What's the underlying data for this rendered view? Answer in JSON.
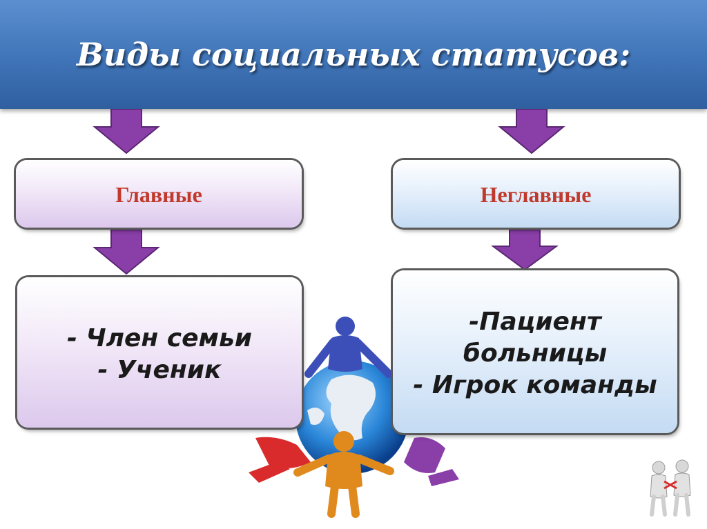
{
  "title": "Виды социальных статусов:",
  "main_box": {
    "label": "Главные",
    "items": [
      "- Член семьи",
      "- Ученик"
    ]
  },
  "secondary_box": {
    "label": "Неглавные",
    "items": [
      "-Пациент",
      "больницы",
      "- Игрок команды"
    ]
  },
  "colors": {
    "title_bar": "#3f74b8",
    "arrow": "#8a3ea8",
    "label_text": "#c0392b",
    "item_text": "#1a1a1a"
  }
}
